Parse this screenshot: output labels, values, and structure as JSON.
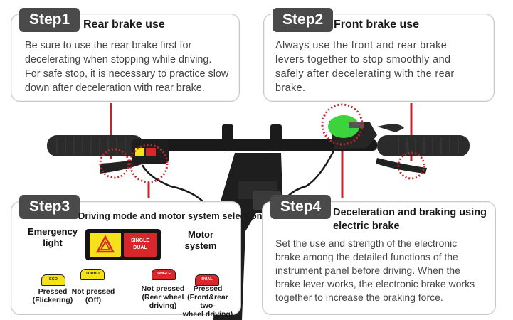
{
  "colors": {
    "tab_bg": "#4a4a4a",
    "dot_ring": "#c0272d",
    "eco": "#f5e21b",
    "turbo": "#f5e21b",
    "single": "#d9262a",
    "dual": "#d9262a",
    "panel_green": "#3cd33c"
  },
  "step1": {
    "tab": "Step1",
    "title": "Rear brake use",
    "body": [
      "Be sure to use the rear brake first for",
      "decelerating when stopping while driving.",
      "For safe stop, it is necessary to practice slow",
      "down after deceleration with rear brake."
    ]
  },
  "step2": {
    "tab": "Step2",
    "title": "Front brake use",
    "body": [
      "Always use the front and rear brake",
      "levers together to stop smoothly and",
      "safely after decelerating with the rear",
      "brake."
    ]
  },
  "step3": {
    "tab": "Step3",
    "title": "Driving mode and motor system selection",
    "emergency_label": [
      "Emergency",
      "light"
    ],
    "motor_label": [
      "Motor",
      "system"
    ],
    "switch_right_label": [
      "SINGLE",
      "DUAL"
    ],
    "buttons": [
      {
        "pill": "ECO",
        "caption": [
          "Pressed",
          "(Flickering)"
        ]
      },
      {
        "pill": "TURBO",
        "caption": [
          "Not pressed",
          "(Off)"
        ]
      },
      {
        "pill": "SINGLE",
        "caption": [
          "Not pressed",
          "(Rear wheel",
          "driving)"
        ]
      },
      {
        "pill": "DUAL",
        "caption": [
          "Pressed",
          "(Front&rear two-",
          "wheel driving)"
        ]
      }
    ]
  },
  "step4": {
    "tab": "Step4",
    "title": [
      "Deceleration and braking using",
      "electric brake"
    ],
    "body": [
      "Set the use and strength of the electronic",
      "brake among the detailed functions of the",
      "instrument panel before driving. When the",
      "brake lever works, the electronic brake works",
      "together to increase the braking force."
    ]
  }
}
